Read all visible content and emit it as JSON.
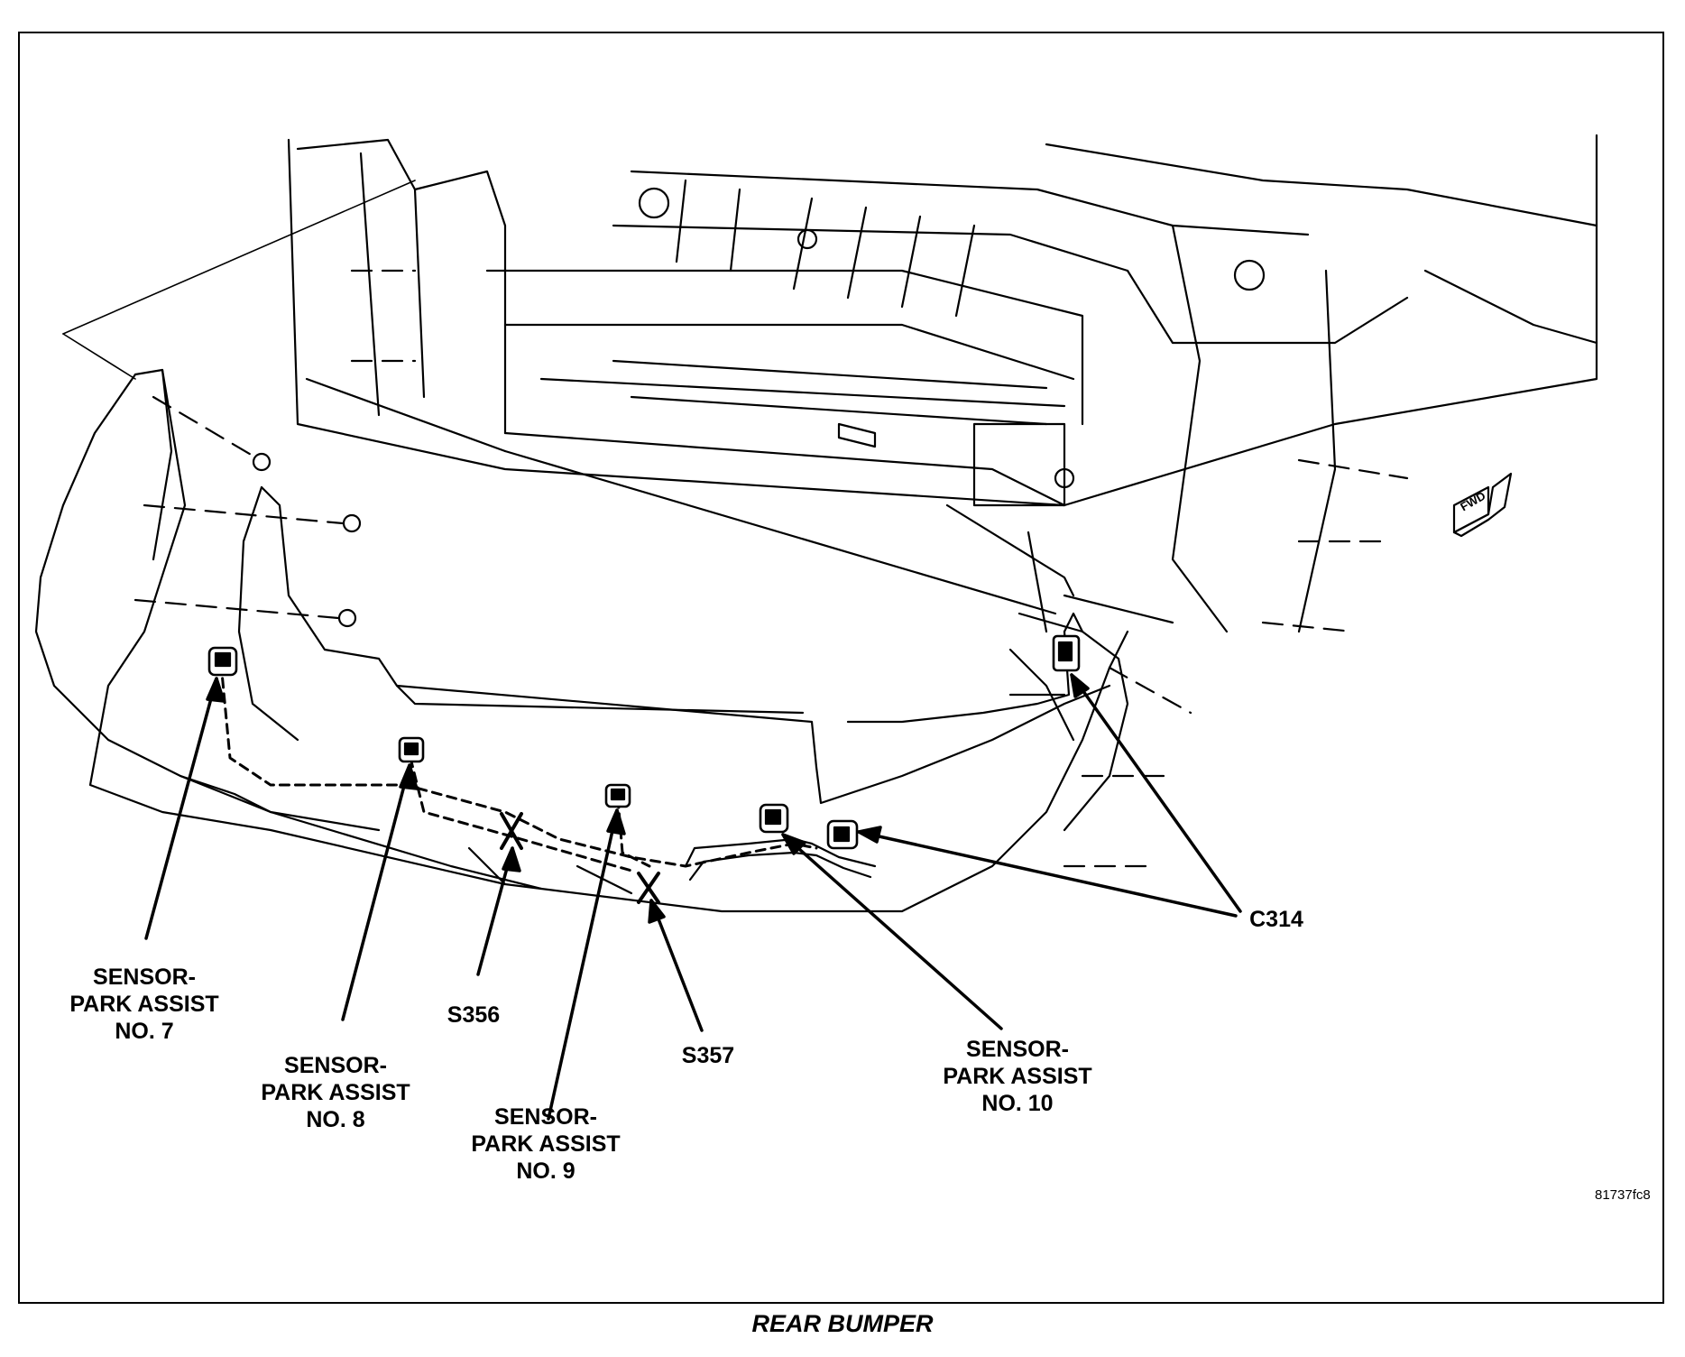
{
  "diagram": {
    "caption": "REAR BUMPER",
    "figure_id": "81737fc8",
    "fwd_arrow_text": "FWD",
    "callouts": {
      "sensor7": [
        "SENSOR-",
        "PARK ASSIST",
        "NO. 7"
      ],
      "sensor8": [
        "SENSOR-",
        "PARK ASSIST",
        "NO. 8"
      ],
      "sensor9": [
        "SENSOR-",
        "PARK ASSIST",
        "NO. 9"
      ],
      "sensor10": [
        "SENSOR-",
        "PARK ASSIST",
        "NO. 10"
      ],
      "s356": "S356",
      "s357": "S357",
      "c314": "C314"
    }
  }
}
